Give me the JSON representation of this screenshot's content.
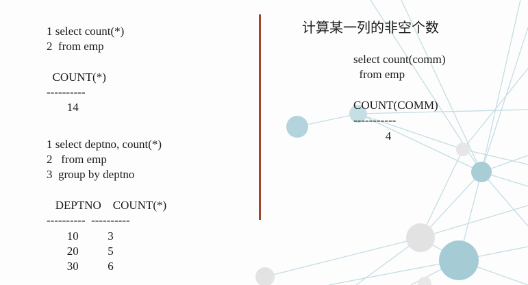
{
  "left": {
    "lines": [
      "1 select count(*)",
      "2  from emp",
      "  COUNT(*)",
      "----------",
      "       14",
      "1 select deptno, count(*)",
      "2   from emp",
      "3  group by deptno",
      "   DEPTNO    COUNT(*)",
      "----------  ----------",
      "       10          3",
      "       20          5",
      "       30          6"
    ]
  },
  "right": {
    "title": "计算某一列的非空个数",
    "lines": [
      "select count(comm)",
      "  from emp",
      "COUNT(COMM)",
      "-----------",
      "           4"
    ]
  },
  "colors": {
    "divider": "#a0452e",
    "network_line": "#b9d6dd",
    "node_teal": "#a9cfd8",
    "node_grey": "#e3e3e3"
  }
}
